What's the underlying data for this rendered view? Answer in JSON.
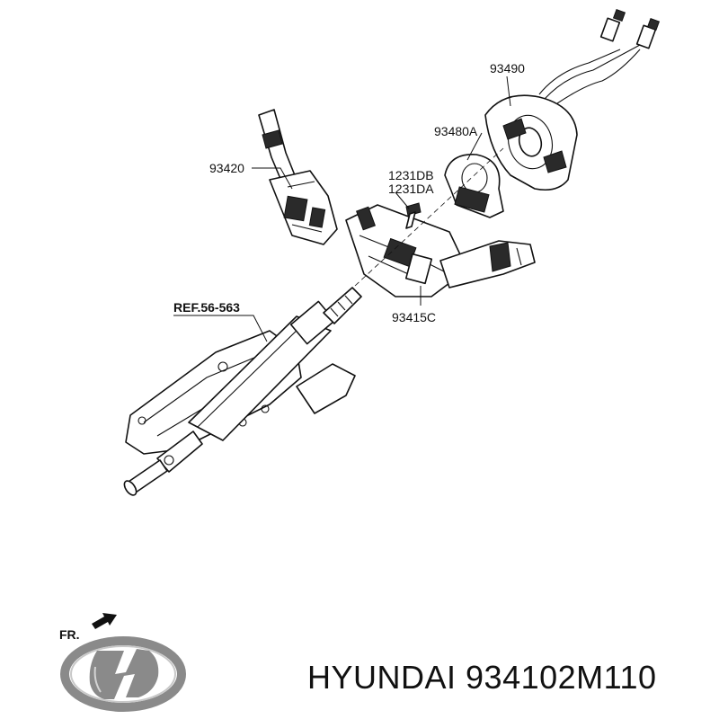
{
  "callouts": {
    "clock_spring": "93490",
    "angle_sensor": "93480A",
    "wiper_switch": "93420",
    "bolt_a": "1231DB",
    "bolt_b": "1231DA",
    "multifunction_switch": "93415C",
    "reference": "REF.56-563",
    "front_marker": "FR."
  },
  "brand": {
    "text": "HYUNDAI 934102M110",
    "logo": "hyundai-logo",
    "logo_color": "#8a8a8a"
  },
  "colors": {
    "line": "#111111",
    "background": "#ffffff"
  }
}
